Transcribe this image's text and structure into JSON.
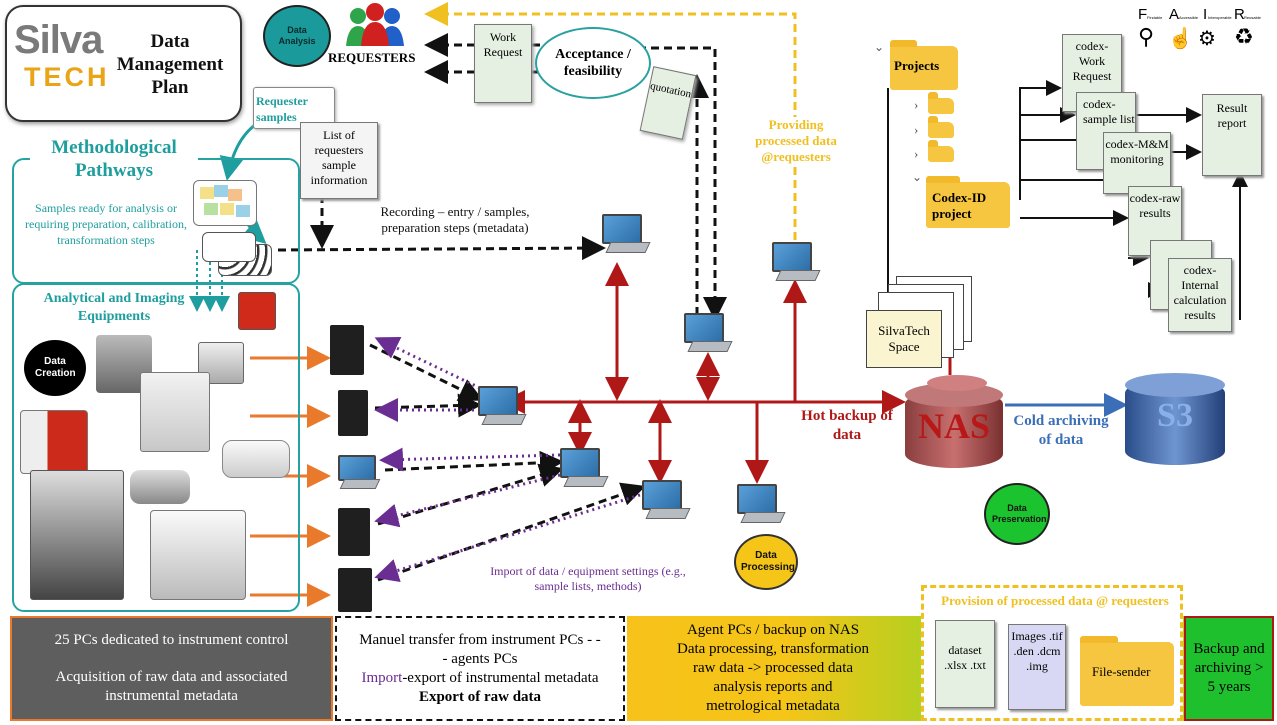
{
  "logo": {
    "silva": "Silva",
    "tech": "TECH",
    "title": "Data Management Plan"
  },
  "fair": {
    "letters": [
      "F",
      "A",
      "I",
      "R"
    ],
    "words": [
      "Findable",
      "Accessible",
      "Interoperable",
      "Reusable"
    ],
    "icons": [
      "magnifier-icon",
      "hand-pointer-icon",
      "gears-icon",
      "recycle-icon"
    ]
  },
  "circles": {
    "data_analysis": "Data Analysis",
    "data_creation": "Data Creation",
    "data_processing": "Data Processing",
    "data_preservation": "Data Preservation"
  },
  "requesters": "REQUESTERS",
  "work_request": "Work Request",
  "acceptance": "Acceptance / feasibility",
  "quotation": "quotation",
  "requester_samples": "Requester samples",
  "list_of_requesters": "List of requesters sample information",
  "methodological": {
    "title": "Methodological Pathways",
    "text": "Samples ready for analysis or requiring preparation, calibration, transformation steps"
  },
  "recording": "Recording – entry / samples, preparation steps (metadata)",
  "analytical": {
    "title": "Analytical and Imaging Equipments"
  },
  "providing": "Providing processed data @requesters",
  "hot_backup": "Hot backup of data",
  "cold_archiving": "Cold archiving of data",
  "nas": "NAS",
  "s3": "S3",
  "import_label": "Import of data / equipment settings (e.g., sample lists, methods)",
  "folders": {
    "projects": "Projects",
    "codex_id": "Codex-ID project"
  },
  "silvatech_space": "SilvaTech Space",
  "codex_docs": [
    "codex-Work Request",
    "codex-sample list",
    "codex-M&M monitoring",
    "codex-raw results",
    "codex-Internal calculation results",
    "codex-Internal calculation results"
  ],
  "codex_visible": [
    "codex-Work Request",
    "codex-sample list",
    "codex-M&M monitoring",
    "codex-raw results",
    "codex-Internal calculation results"
  ],
  "result_report": "Result report",
  "provision": {
    "title": "Provision of processed data @ requesters",
    "dataset": "dataset .xlsx .txt",
    "images": "Images .tif .den .dcm .img",
    "file_sender": "File-sender"
  },
  "bottom": {
    "c1_line1": "25 PCs dedicated to instrument control",
    "c1_line2": "Acquisition of raw data and associated instrumental metadata",
    "c2_line1": "Manuel transfer from instrument PCs - - - agents PCs",
    "c2_import": "Import",
    "c2_line2": "-export of instrumental metadata",
    "c2_line3": "Export of raw data",
    "c3_line1": "Agent PCs / backup on NAS",
    "c3_line2": "Data processing, transformation",
    "c3_line3": "raw data -> processed data",
    "c3_line4": "analysis reports and",
    "c3_line5": "metrological metadata",
    "c4": "Backup and archiving > 5 years"
  },
  "colors": {
    "teal": "#1e9e9e",
    "red": "#b01818",
    "blue": "#3a6fb8",
    "yellow": "#f0c020",
    "purple": "#6a2d91",
    "orange": "#e97a2c",
    "green": "#22c93a"
  }
}
